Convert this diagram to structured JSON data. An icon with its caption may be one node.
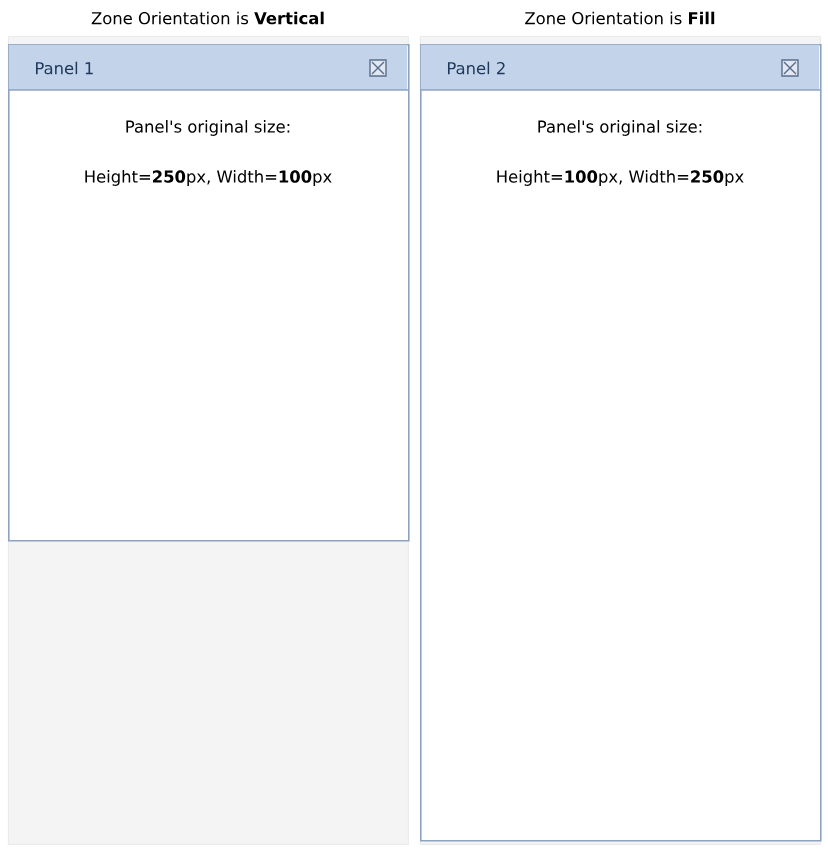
{
  "diagram": {
    "nodes": [
      {
        "text": [
          "Zone Orientation is **Vertical**"
        ]
      },
      {
        "text": [
          "Panel 1",
          "Panel's original size:",
          "Height=**250**px, Width=**100**px"
        ],
        "in": 0
      },
      {
        "text": [
          "Zone Orientation is **Fill**"
        ]
      },
      {
        "text": [
          "Panel 2",
          "Panel's original size:",
          "Height=**100**px, Width=**250**px"
        ],
        "in": 2
      }
    ]
  }
}
